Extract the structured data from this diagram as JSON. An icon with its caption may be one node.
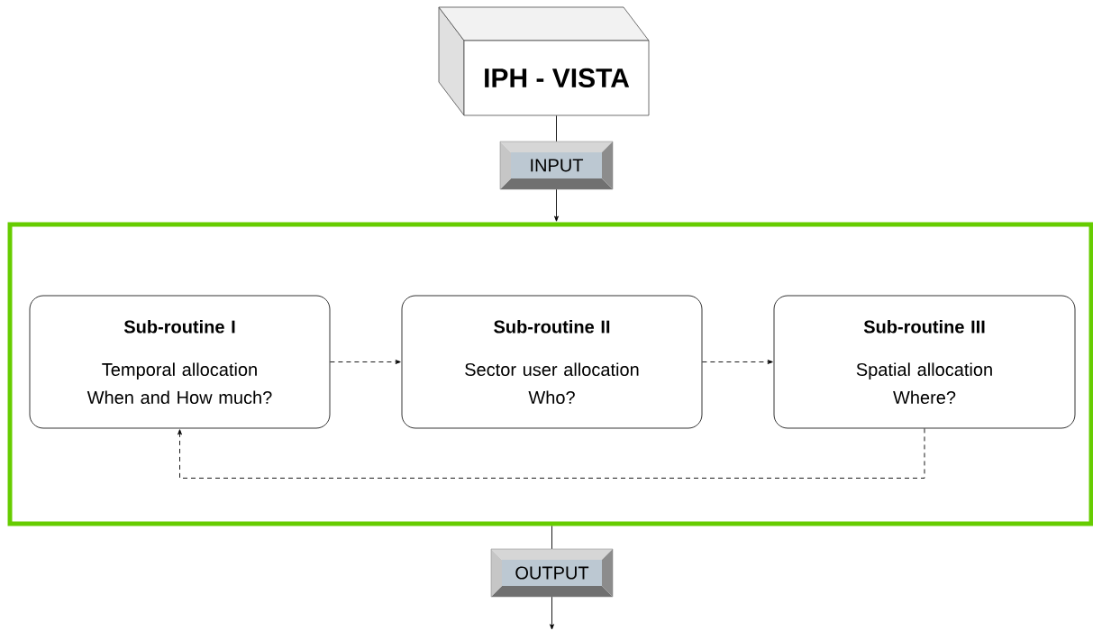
{
  "diagram": {
    "nodes": [
      {
        "text": [
          "IPH - VISTA"
        ]
      },
      {
        "text": [
          "INPUT"
        ]
      },
      {
        "text": [],
        "shape": "box"
      },
      {
        "text": [
          "Sub-routine I",
          "Temporal allocation When and How much?"
        ],
        "in": 2
      },
      {
        "text": [
          "Sub-routine II",
          "Sector user allocation Who?"
        ],
        "in": 2
      },
      {
        "text": [
          "Sub-routine III",
          "Spatial allocation Where?"
        ],
        "in": 2
      },
      {
        "text": [
          "OUTPUT"
        ]
      }
    ],
    "edges": [
      {
        "from": 0,
        "to": 1,
        "arrow": "none"
      },
      {
        "from": 1,
        "to": 2,
        "arrow": "to"
      },
      {
        "from": 3,
        "to": 4,
        "arrow": "to",
        "style": "dashed"
      },
      {
        "from": 4,
        "to": 5,
        "arrow": "to",
        "style": "dashed"
      },
      {
        "from": 5,
        "to": 3,
        "arrow": "to",
        "style": "dashed"
      },
      {
        "from": 2,
        "to": 6,
        "arrow": "none"
      },
      {
        "from": 6,
        "to": null,
        "arrow": "to"
      }
    ]
  }
}
